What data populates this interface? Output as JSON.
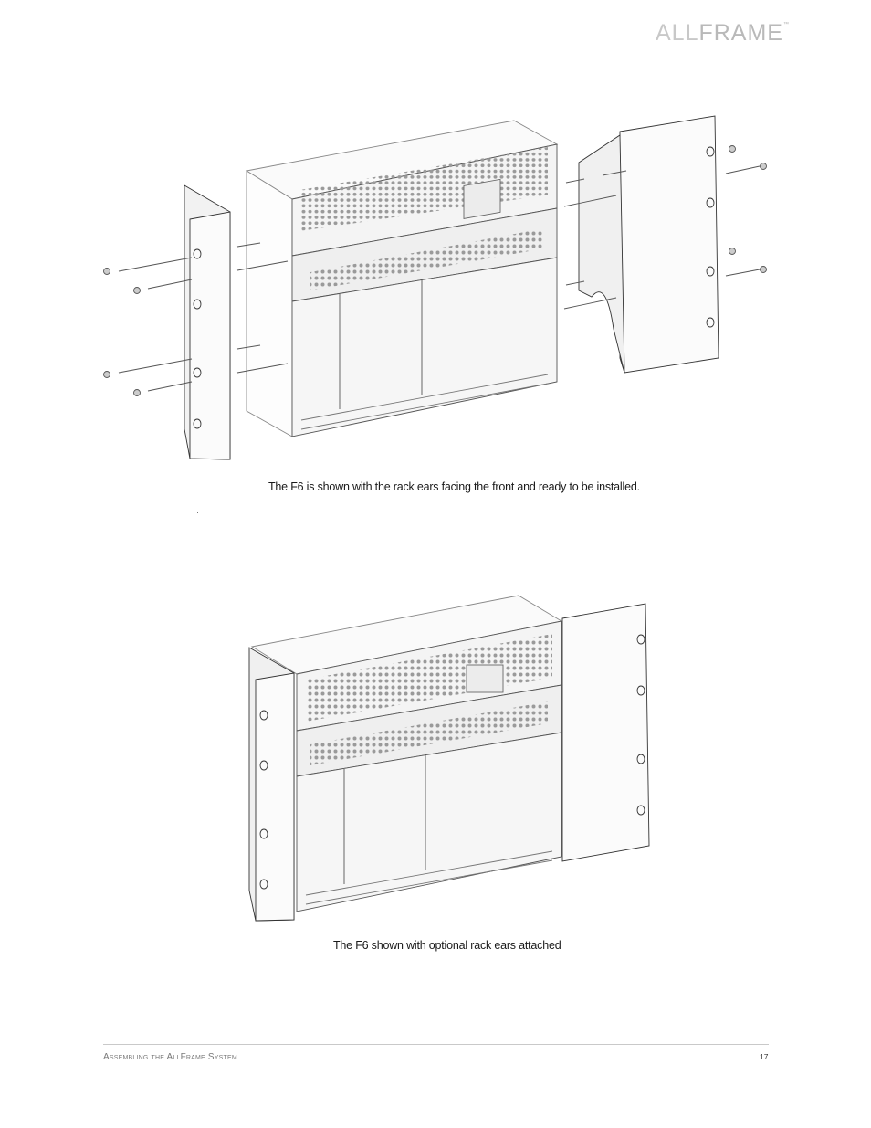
{
  "header": {
    "logo_prefix": "ALL",
    "logo_main": "FRAME",
    "logo_tm": "™"
  },
  "figures": [
    {
      "caption": "The F6 is shown with the rack ears facing the front and ready to be installed."
    },
    {
      "caption": "The F6 shown with optional rack ears attached"
    }
  ],
  "footer": {
    "section_title": "Assembling the AllFrame System",
    "page_number": "17"
  }
}
